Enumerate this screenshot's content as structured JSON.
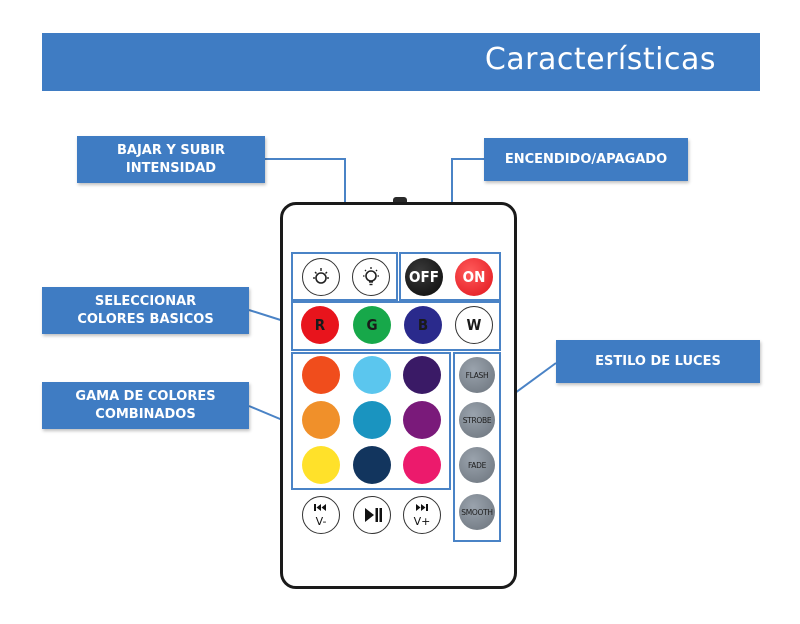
{
  "header": {
    "title": "Características"
  },
  "labels": {
    "intensity_line1": "BAJAR Y SUBIR",
    "intensity_line2": "INTENSIDAD",
    "power": "ENCENDIDO/APAGADO",
    "basic_line1": "SELECCIONAR",
    "basic_line2": "COLORES BASICOS",
    "combined_line1": "GAMA DE COLORES",
    "combined_line2": "COMBINADOS",
    "styles": "ESTILO DE LUCES"
  },
  "remote": {
    "power_buttons": {
      "off": "OFF",
      "on": "ON"
    },
    "basic_colors": [
      {
        "label": "R",
        "color": "#e8141c"
      },
      {
        "label": "G",
        "color": "#17a84a"
      },
      {
        "label": "B",
        "color": "#2a2a8c"
      },
      {
        "label": "W",
        "color": "#ffffff"
      }
    ],
    "combined_colors": [
      "#f04d1c",
      "#5bc6ee",
      "#3a1a66",
      "#f0902a",
      "#1a94c0",
      "#7a1a7a",
      "#ffe12a",
      "#12355e",
      "#ec1a6c"
    ],
    "style_buttons": [
      "FLASH",
      "STROBE",
      "FADE",
      "SMOOTH"
    ],
    "media": {
      "prev_sub": "V-",
      "next_sub": "V+"
    }
  },
  "colors": {
    "accent": "#3f7cc3",
    "frame": "#4a83c6"
  }
}
